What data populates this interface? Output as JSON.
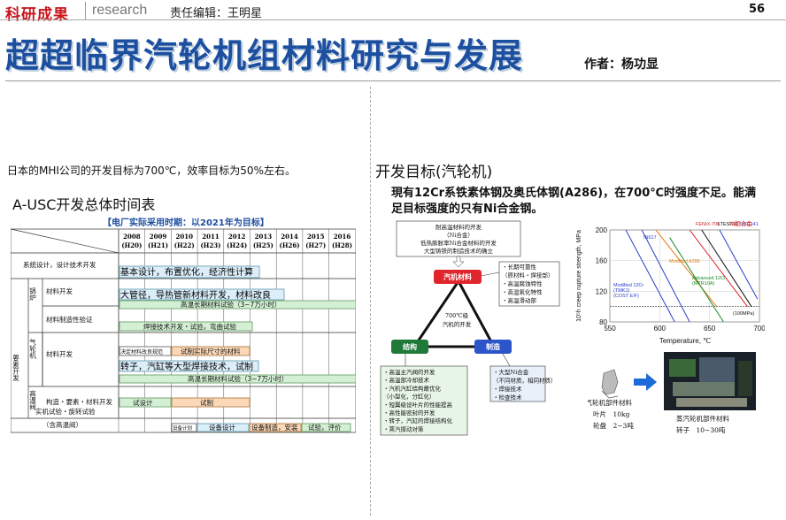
{
  "header": {
    "brand": "科研成果",
    "section": "research",
    "editor": "责任编辑：王明星",
    "page": "56"
  },
  "title": "超超临界汽轮机组材料研究与发展",
  "author": "作者：杨功显",
  "left": {
    "lead": "日本的MHI公司的开发目标为700℃，效率目标为50%左右。",
    "heading": "A-USC开发总体时间表",
    "caption": "【电厂实际采用时期：以2021年为目标】",
    "years": [
      [
        "2008",
        "(H20)"
      ],
      [
        "2009",
        "(H21)"
      ],
      [
        "2010",
        "(H22)"
      ],
      [
        "2011",
        "(H23)"
      ],
      [
        "2012",
        "(H24)"
      ],
      [
        "2013",
        "(H25)"
      ],
      [
        "2014",
        "(H26)"
      ],
      [
        "2015",
        "(H27)"
      ],
      [
        "2016",
        "(H28)"
      ]
    ],
    "rows": {
      "system": "系统设计，设计技术开发",
      "boiler_group": "锅炉",
      "boiler_mat": "材料开发",
      "boiler_mfg": "材料制造性验证",
      "element": "要素开发",
      "turbine_group": "气轮机",
      "turbine_mat": "材料开发",
      "valve_group": "高温阀",
      "valve_struct": "构造・要素・材料开发",
      "test": "实机试验・旋转试验",
      "test_sub": "（含高温阀）"
    },
    "bars": {
      "system": "基本设计，布置优化，经济性计算",
      "boiler1": "大管径，导热管新材料开发，材料改良",
      "boiler2": "高温长期材料试验（3~7万小时）",
      "mfg": "焊接技术开发・试验，弯曲试验",
      "turb1": "决定材料改良规范",
      "turb2": "试制实际尺寸的材料",
      "turb3": "转子，汽缸等大型焊接技术，试制",
      "turb4": "高温长期材料试验（3~7万小时）",
      "valve1": "试设计",
      "valve2": "试制",
      "test1": "设备计划",
      "test2": "设备设计",
      "test3": "设备制造，安装",
      "test4": "试验，评价"
    }
  },
  "right": {
    "heading": "开发目标(汽轮机)",
    "desc": "現有12Cr系铁素体钢及奥氏体钢(A286)，在700℃时强度不足。能满足目标强度的只有Ni合金钢。",
    "diagram": {
      "top_box": [
        "耐高温材料的开发",
        "（Ni合金）",
        "低热膨胀率Ni合金材料的开发",
        "大型铸铁的制造技术的确立"
      ],
      "materials": "汽机材料",
      "structure": "结构",
      "manufacture": "制造",
      "center": [
        "700℃级",
        "汽机的开发"
      ],
      "right_box": [
        "・长期可靠性",
        "（原材料・焊接部）",
        "・高温腐蚀特性",
        "・高温氧化特性",
        "・高温滑动部"
      ],
      "struct_box": [
        "・高温主汽阀的开发",
        "・高温部冷却技术",
        "・汽机汽缸结构最优化",
        "（小型化，分缸化）",
        "・短翼级设叶片的性能提高",
        "・高性能密封的开发",
        "・转子，汽缸的焊接结构化",
        "・蒸汽振动对策"
      ],
      "mfg_box": [
        "・大型Ni合金",
        "（不同材质，相同材质）",
        "・焊接技术",
        "・检查技术"
      ]
    },
    "chart_data": {
      "type": "line",
      "title": "Ni超合金",
      "xlabel": "Temperature, ℃",
      "ylabel": "10⁵h creep rupture strength, MPa",
      "xlim": [
        550,
        700
      ],
      "ylim": [
        80,
        200
      ],
      "xticks": [
        550,
        600,
        650,
        700
      ],
      "yticks": [
        80,
        120,
        160,
        200
      ],
      "annotation": "(100MPa)",
      "series": [
        {
          "name": "Modified 12Cr (TMK1) (COST E/F)",
          "color": "#2a3fc8",
          "points": [
            [
              566,
              200
            ],
            [
              615,
              80
            ]
          ]
        },
        {
          "name": "IN617",
          "color": "#2a3fc8",
          "points": [
            [
              582,
              200
            ],
            [
              630,
              80
            ]
          ]
        },
        {
          "name": "Modified A286",
          "color": "#e07a10",
          "points": [
            [
              596,
              200
            ],
            [
              657,
              100
            ]
          ]
        },
        {
          "name": "Advanced 12Cr (MTR10A)",
          "color": "#1a8a2a",
          "points": [
            [
              610,
              190
            ],
            [
              664,
              80
            ]
          ]
        },
        {
          "name": "FENIX-700",
          "color": "#e02020",
          "points": [
            [
              630,
              200
            ],
            [
              688,
              100
            ]
          ]
        },
        {
          "name": "LTES700",
          "color": "#111111",
          "points": [
            [
              642,
              200
            ],
            [
              692,
              100
            ]
          ]
        },
        {
          "name": "USC141",
          "color": "#2a3fc8",
          "points": [
            [
              660,
              200
            ],
            [
              698,
              110
            ]
          ]
        }
      ]
    },
    "photo": {
      "label1": [
        "燃气轮机部件材料",
        "叶片　10kg",
        "轮盘　2~3吨"
      ],
      "label2": [
        "蒸汽轮机部件材料",
        "转子　10~30吨"
      ]
    }
  }
}
